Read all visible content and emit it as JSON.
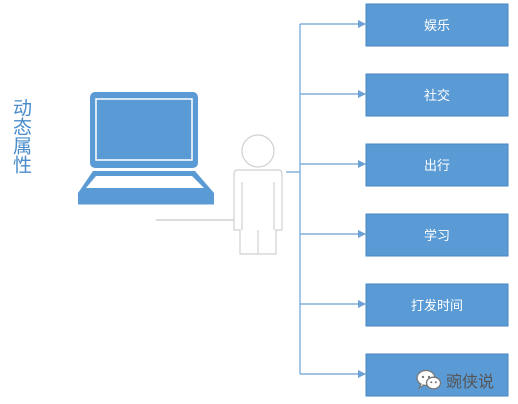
{
  "side_label": "动态属性",
  "categories": [
    "娱乐",
    "社交",
    "出行",
    "学习",
    "打发时间",
    ""
  ],
  "watermark": {
    "text": "豌侠说",
    "icon": "wechat-icon"
  },
  "colors": {
    "box_fill": "#5b9bd5",
    "box_border": "#4a84bf",
    "box_text": "#ffffff",
    "connector": "#6ba1d4",
    "laptop": "#5b9bd5",
    "person_outline": "#d0d0d0",
    "label": "#4a8ccb"
  }
}
